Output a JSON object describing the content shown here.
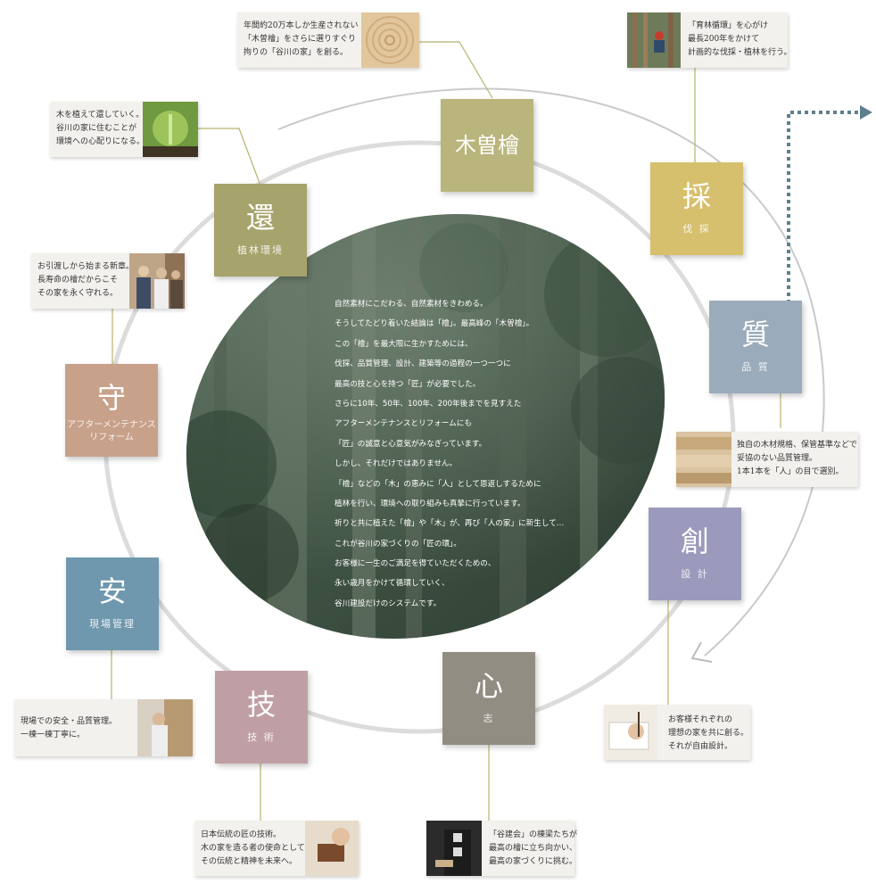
{
  "center_text": [
    "自然素材にこだわる、自然素材をきわめる。",
    "そうしてたどり着いた結論は「檜」。最高峰の「木曽檜」。",
    "この「檜」を最大限に生かすためには、",
    "伐採、品質管理、設計、建築等の過程の一つ一つに",
    "最高の技と心を持つ「匠」が必要でした。",
    "さらに10年、50年、100年、200年後までを見すえた",
    "アフターメンテナンスとリフォームにも",
    "「匠」の誠意と心意気がみなぎっています。",
    "しかし、それだけではありません。",
    "「檜」などの「木」の恵みに「人」として恩返しするために",
    "植林を行い、環境への取り組みも真摯に行っています。",
    "祈りと共に植えた「檜」や「木」が、再び「人の家」に新生して…",
    "これが谷川の家づくりの「匠の環」。",
    "お客様に一生のご満足を得ていただくための、",
    "永い歳月をかけて循環していく、",
    "谷川建設だけのシステムです。"
  ],
  "stages": {
    "kiso": {
      "big": "木曽檜",
      "small": "",
      "color": "#b9b57c"
    },
    "sai": {
      "big": "採",
      "small": "伐 採",
      "color": "#d6c06e"
    },
    "shitsu": {
      "big": "質",
      "small": "品 質",
      "color": "#9aabbb"
    },
    "sou": {
      "big": "創",
      "small": "設 計",
      "color": "#9b9abd"
    },
    "kokoro": {
      "big": "心",
      "small": "志",
      "color": "#928d82"
    },
    "gi": {
      "big": "技",
      "small": "技 術",
      "color": "#bf9fa4"
    },
    "an": {
      "big": "安",
      "small": "現場管理",
      "color": "#6f98ae"
    },
    "mamoru": {
      "big": "守",
      "small": "アフターメンテナンス\nリフォーム",
      "color": "#c8a18b"
    },
    "kan": {
      "big": "還",
      "small": "植林環境",
      "color": "#a6a36c"
    }
  },
  "notes": {
    "kiso": "年間約20万本しか生産されない\n「木曽檜」をさらに選りすぐり\n拘りの「谷川の家」を創る。",
    "sai": "「育林循環」を心がけ\n最長200年をかけて\n計画的な伐採・植林を行う。",
    "kan": "木を植えて還していく。\n谷川の家に住むことが\n環境への心配りになる。",
    "mamoru": "お引渡しから始まる新章。\n長寿命の檜だからこそ\nその家を永く守れる。",
    "shitsu": "独自の木材規格、保管基準などで\n妥協のない品質管理。\n1本1本を「人」の目で選別。",
    "an": "現場での安全・品質管理。\n一棟一棟丁寧に。",
    "sou": "お客様それぞれの\n理想の家を共に創る。\nそれが自由設計。",
    "gi": "日本伝統の匠の技術。\n木の家を造る者の使命として\nその伝統と精神を未来へ。",
    "kokoro": "「谷建会」の棟梁たちが\n最高の檜に立ち向かい、\n最高の家づくりに挑む。"
  }
}
